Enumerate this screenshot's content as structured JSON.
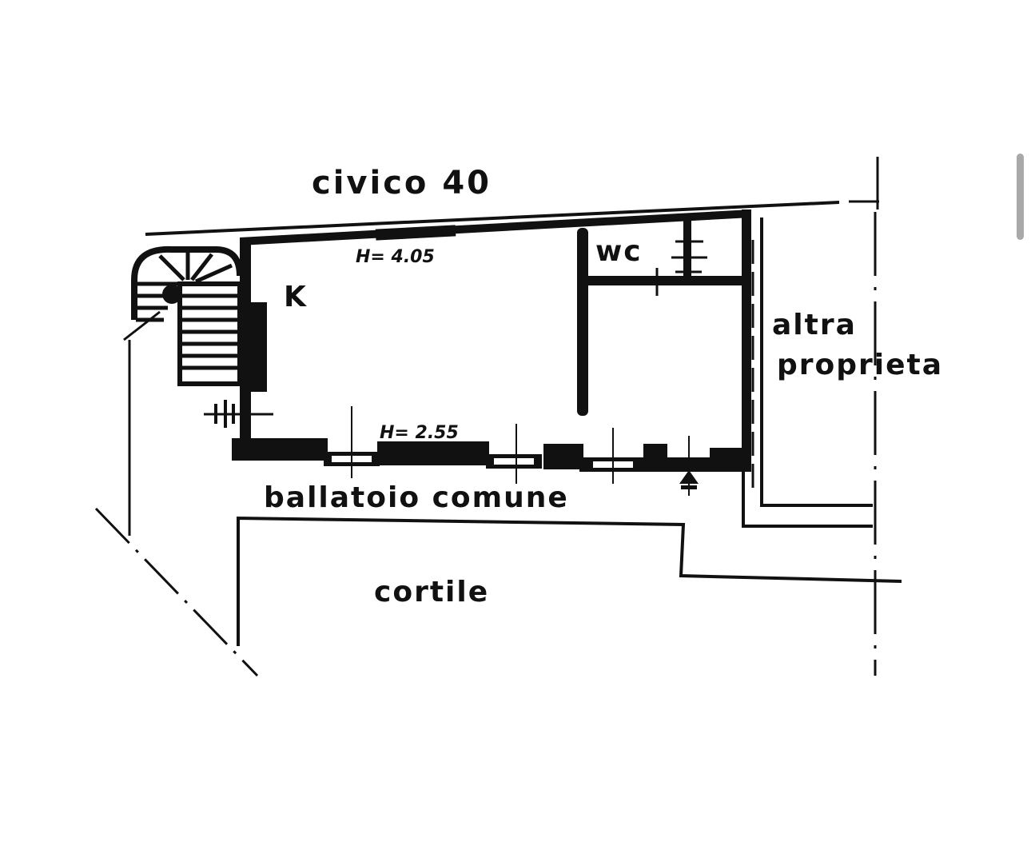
{
  "plan": {
    "street_label": "civico 40",
    "room_label_kitchen": "K",
    "height_label_top": "H= 4.05",
    "height_label_bottom": "H= 2.55",
    "room_label_wc": "wc",
    "neighbor_label_line1": "altra",
    "neighbor_label_line2": "proprieta",
    "balcony_label": "ballatoio comune",
    "courtyard_label": "cortile"
  },
  "colors": {
    "ink": "#111111",
    "paper": "#ffffff",
    "scrollbar": "#a9a9a9"
  }
}
